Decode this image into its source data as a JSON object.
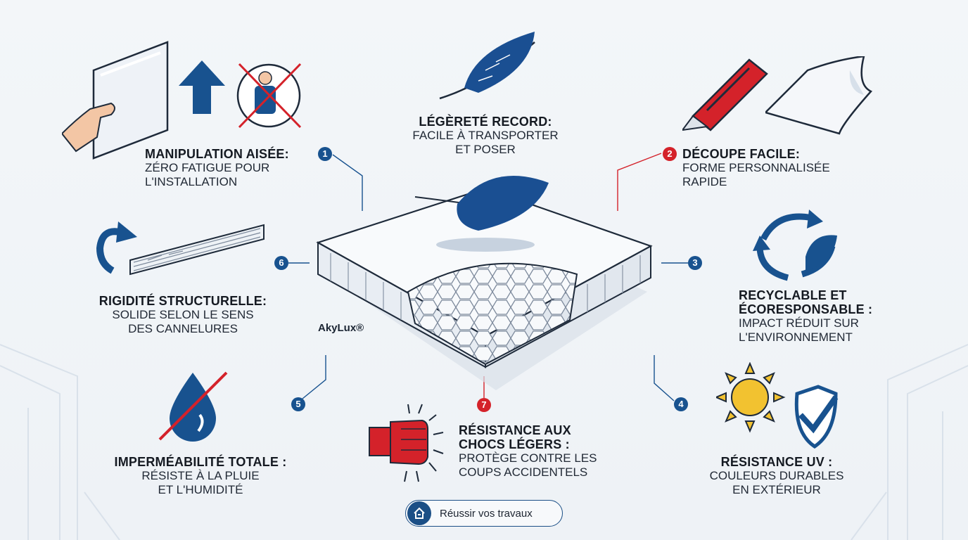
{
  "center": {
    "brand": "AkyLux®"
  },
  "features": [
    {
      "num": "1",
      "title": "MANIPULATION AISÉE:",
      "line1": "ZÉRO FATIGUE POUR",
      "line2": "L'INSTALLATION"
    },
    {
      "num": "2",
      "title": "DÉCOUPE FACILE:",
      "line1": "FORME PERSONNALISÉE",
      "line2": "RAPIDE"
    },
    {
      "num": "3",
      "title1": "RECYCLABLE ET",
      "title2": "ÉCORESPONSABLE :",
      "line1": "IMPACT RÉDUIT SUR",
      "line2": "L'ENVIRONNEMENT"
    },
    {
      "num": "4",
      "title": "RÉSISTANCE UV :",
      "line1": "COULEURS DURABLES",
      "line2": "EN EXTÉRIEUR"
    },
    {
      "num": "5",
      "title": "IMPERMÉABILITÉ TOTALE :",
      "line1": "RÉSISTE À LA PLUIE",
      "line2": "ET L'HUMIDITÉ"
    },
    {
      "num": "6",
      "title": "RIGIDITÉ STRUCTURELLE:",
      "line1": "SOLIDE SELON LE SENS",
      "line2": "DES CANNELURES"
    },
    {
      "num": "7",
      "title1": "RÉSISTANCE AUX",
      "title2": "CHOCS LÉGERS :",
      "line1": "PROTÈGE CONTRE LES",
      "line2": "COUPS ACCIDENTELS"
    }
  ],
  "top": {
    "title": "LÉGÈRETÉ RECORD:",
    "line1": "FACILE À TRANSPORTER",
    "line2": "ET POSER"
  },
  "cta": {
    "label": "Réussir vos travaux",
    "icon": "home-icon"
  },
  "colors": {
    "blue": "#18528f",
    "red": "#d4222a",
    "yellow": "#f2c230"
  }
}
